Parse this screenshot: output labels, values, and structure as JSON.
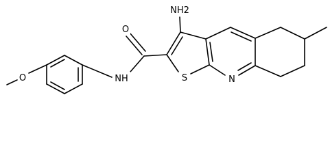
{
  "molecule": {
    "atoms": {
      "amine": "NH2",
      "carbonyl_oxygen": "O",
      "amide_nitrogen": "NH",
      "thiophene_sulfur": "S",
      "pyridine_nitrogen": "N",
      "methoxy_oxygen": "O"
    }
  }
}
